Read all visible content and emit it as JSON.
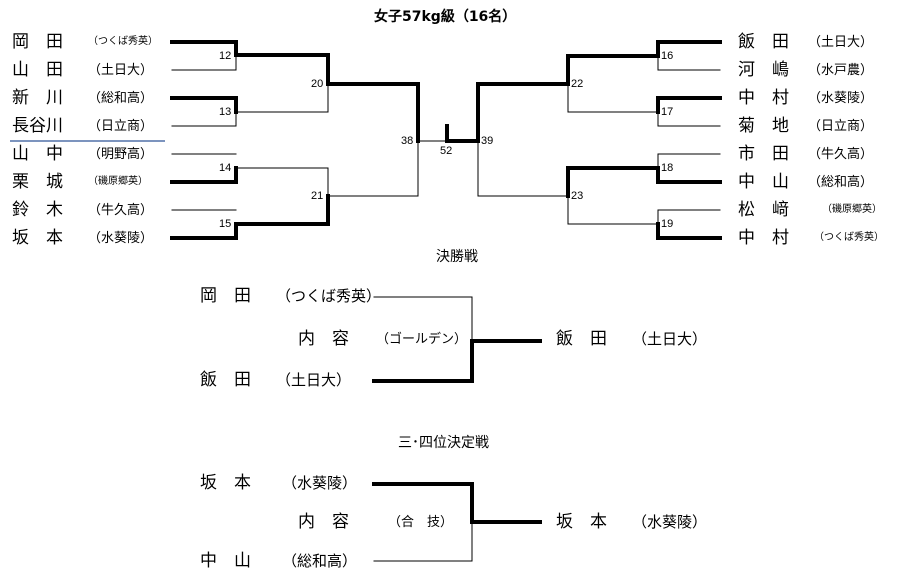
{
  "title": "女子57kg級（16名）",
  "left_players": [
    {
      "name": "岡　田",
      "school": "（つくば秀英）",
      "small": true
    },
    {
      "name": "山　田",
      "school": "（土日大）",
      "small": false
    },
    {
      "name": "新　川",
      "school": "（総和高）",
      "small": false
    },
    {
      "name": "長谷川",
      "school": "（日立商）",
      "small": false
    },
    {
      "name": "山　中",
      "school": "（明野高）",
      "small": false
    },
    {
      "name": "栗　城",
      "school": "（磯原郷英）",
      "small": true
    },
    {
      "name": "鈴　木",
      "school": "（牛久高）",
      "small": false
    },
    {
      "name": "坂　本",
      "school": "（水葵陵）",
      "small": false
    }
  ],
  "right_players": [
    {
      "name": "飯　田",
      "school": "（土日大）",
      "small": false
    },
    {
      "name": "河　嶋",
      "school": "（水戸農）",
      "small": false
    },
    {
      "name": "中　村",
      "school": "（水葵陵）",
      "small": false
    },
    {
      "name": "菊　地",
      "school": "（日立商）",
      "small": false
    },
    {
      "name": "市　田",
      "school": "（牛久高）",
      "small": false
    },
    {
      "name": "中　山",
      "school": "（総和高）",
      "small": false
    },
    {
      "name": "松　﨑",
      "school": "（磯原郷英）",
      "small": true
    },
    {
      "name": "中　村",
      "school": "（つくば秀英）",
      "small": true
    }
  ],
  "match_numbers": {
    "m12": "12",
    "m13": "13",
    "m14": "14",
    "m15": "15",
    "m16": "16",
    "m17": "17",
    "m18": "18",
    "m19": "19",
    "m20": "20",
    "m21": "21",
    "m22": "22",
    "m23": "23",
    "m38": "38",
    "m39": "39",
    "m52": "52"
  },
  "final": {
    "heading": "決勝戦",
    "top_name": "岡　田",
    "top_school": "（つくば秀英）",
    "bottom_name": "飯　田",
    "bottom_school": "（土日大）",
    "content_label": "内　容",
    "content_value": "（ゴールデン）",
    "winner_name": "飯　田",
    "winner_school": "（土日大）"
  },
  "third": {
    "heading": "三･四位決定戦",
    "top_name": "坂　本",
    "top_school": "（水葵陵）",
    "bottom_name": "中　山",
    "bottom_school": "（総和高）",
    "content_label": "内　容",
    "content_value": "（合　技）",
    "winner_name": "坂　本",
    "winner_school": "（水葵陵）"
  }
}
